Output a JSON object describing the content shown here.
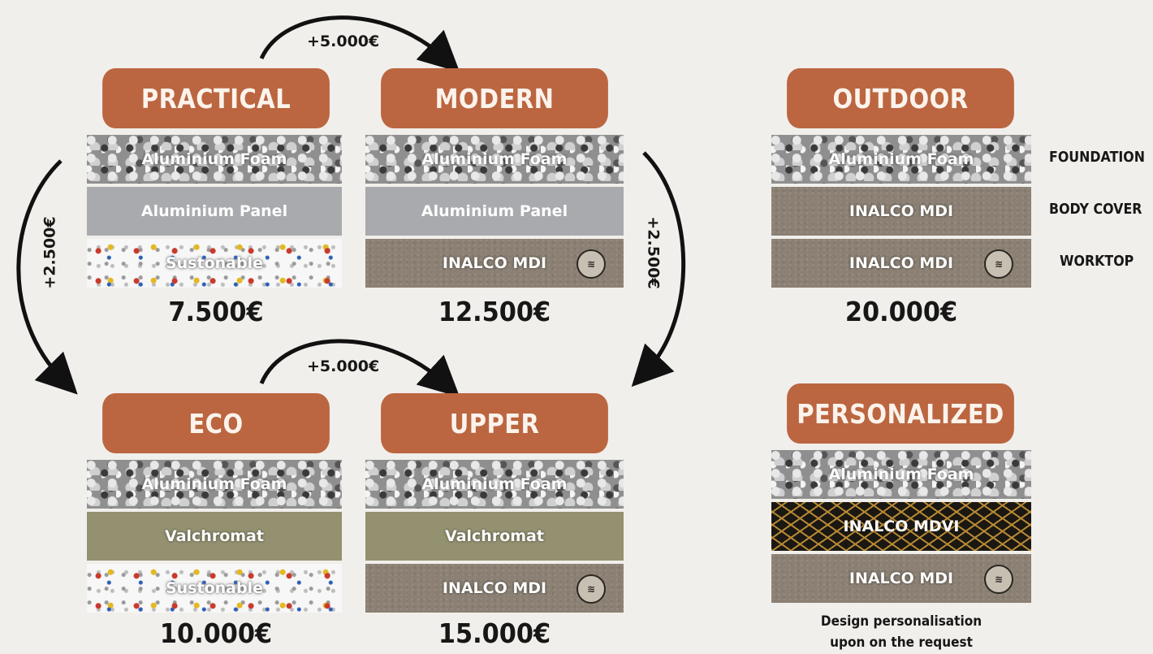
{
  "packages": {
    "practical": {
      "title": "PRACTICAL",
      "layers": [
        "Aluminium Foam",
        "Aluminium Panel",
        "Sustonable"
      ],
      "price": "7.500€"
    },
    "modern": {
      "title": "MODERN",
      "layers": [
        "Aluminium Foam",
        "Aluminium Panel",
        "INALCO MDI"
      ],
      "price": "12.500€"
    },
    "eco": {
      "title": "ECO",
      "layers": [
        "Aluminium Foam",
        "Valchromat",
        "Sustonable"
      ],
      "price": "10.000€"
    },
    "upper": {
      "title": "UPPER",
      "layers": [
        "Aluminium Foam",
        "Valchromat",
        "INALCO MDI"
      ],
      "price": "15.000€"
    },
    "outdoor": {
      "title": "OUTDOOR",
      "layers": [
        "Aluminium Foam",
        "INALCO MDI",
        "INALCO MDI"
      ],
      "price": "20.000€"
    },
    "personalized": {
      "title": "PERSONALIZED",
      "layers": [
        "Aluminium Foam",
        "INALCO MDVI",
        "INALCO MDI"
      ],
      "note_line1": "Design personalisation",
      "note_line2": "upon on the request"
    }
  },
  "layer_labels": [
    "FOUNDATION",
    "BODY COVER",
    "WORKTOP"
  ],
  "upgrades": {
    "practical_to_modern": "+5.000€",
    "eco_to_upper": "+5.000€",
    "practical_to_eco": "+2.500€",
    "modern_to_upper": "+2.500€"
  },
  "colors": {
    "title_bg": "#bb6640",
    "background": "#f1efeb"
  },
  "icons": {
    "induction": "induction-hob-icon"
  }
}
